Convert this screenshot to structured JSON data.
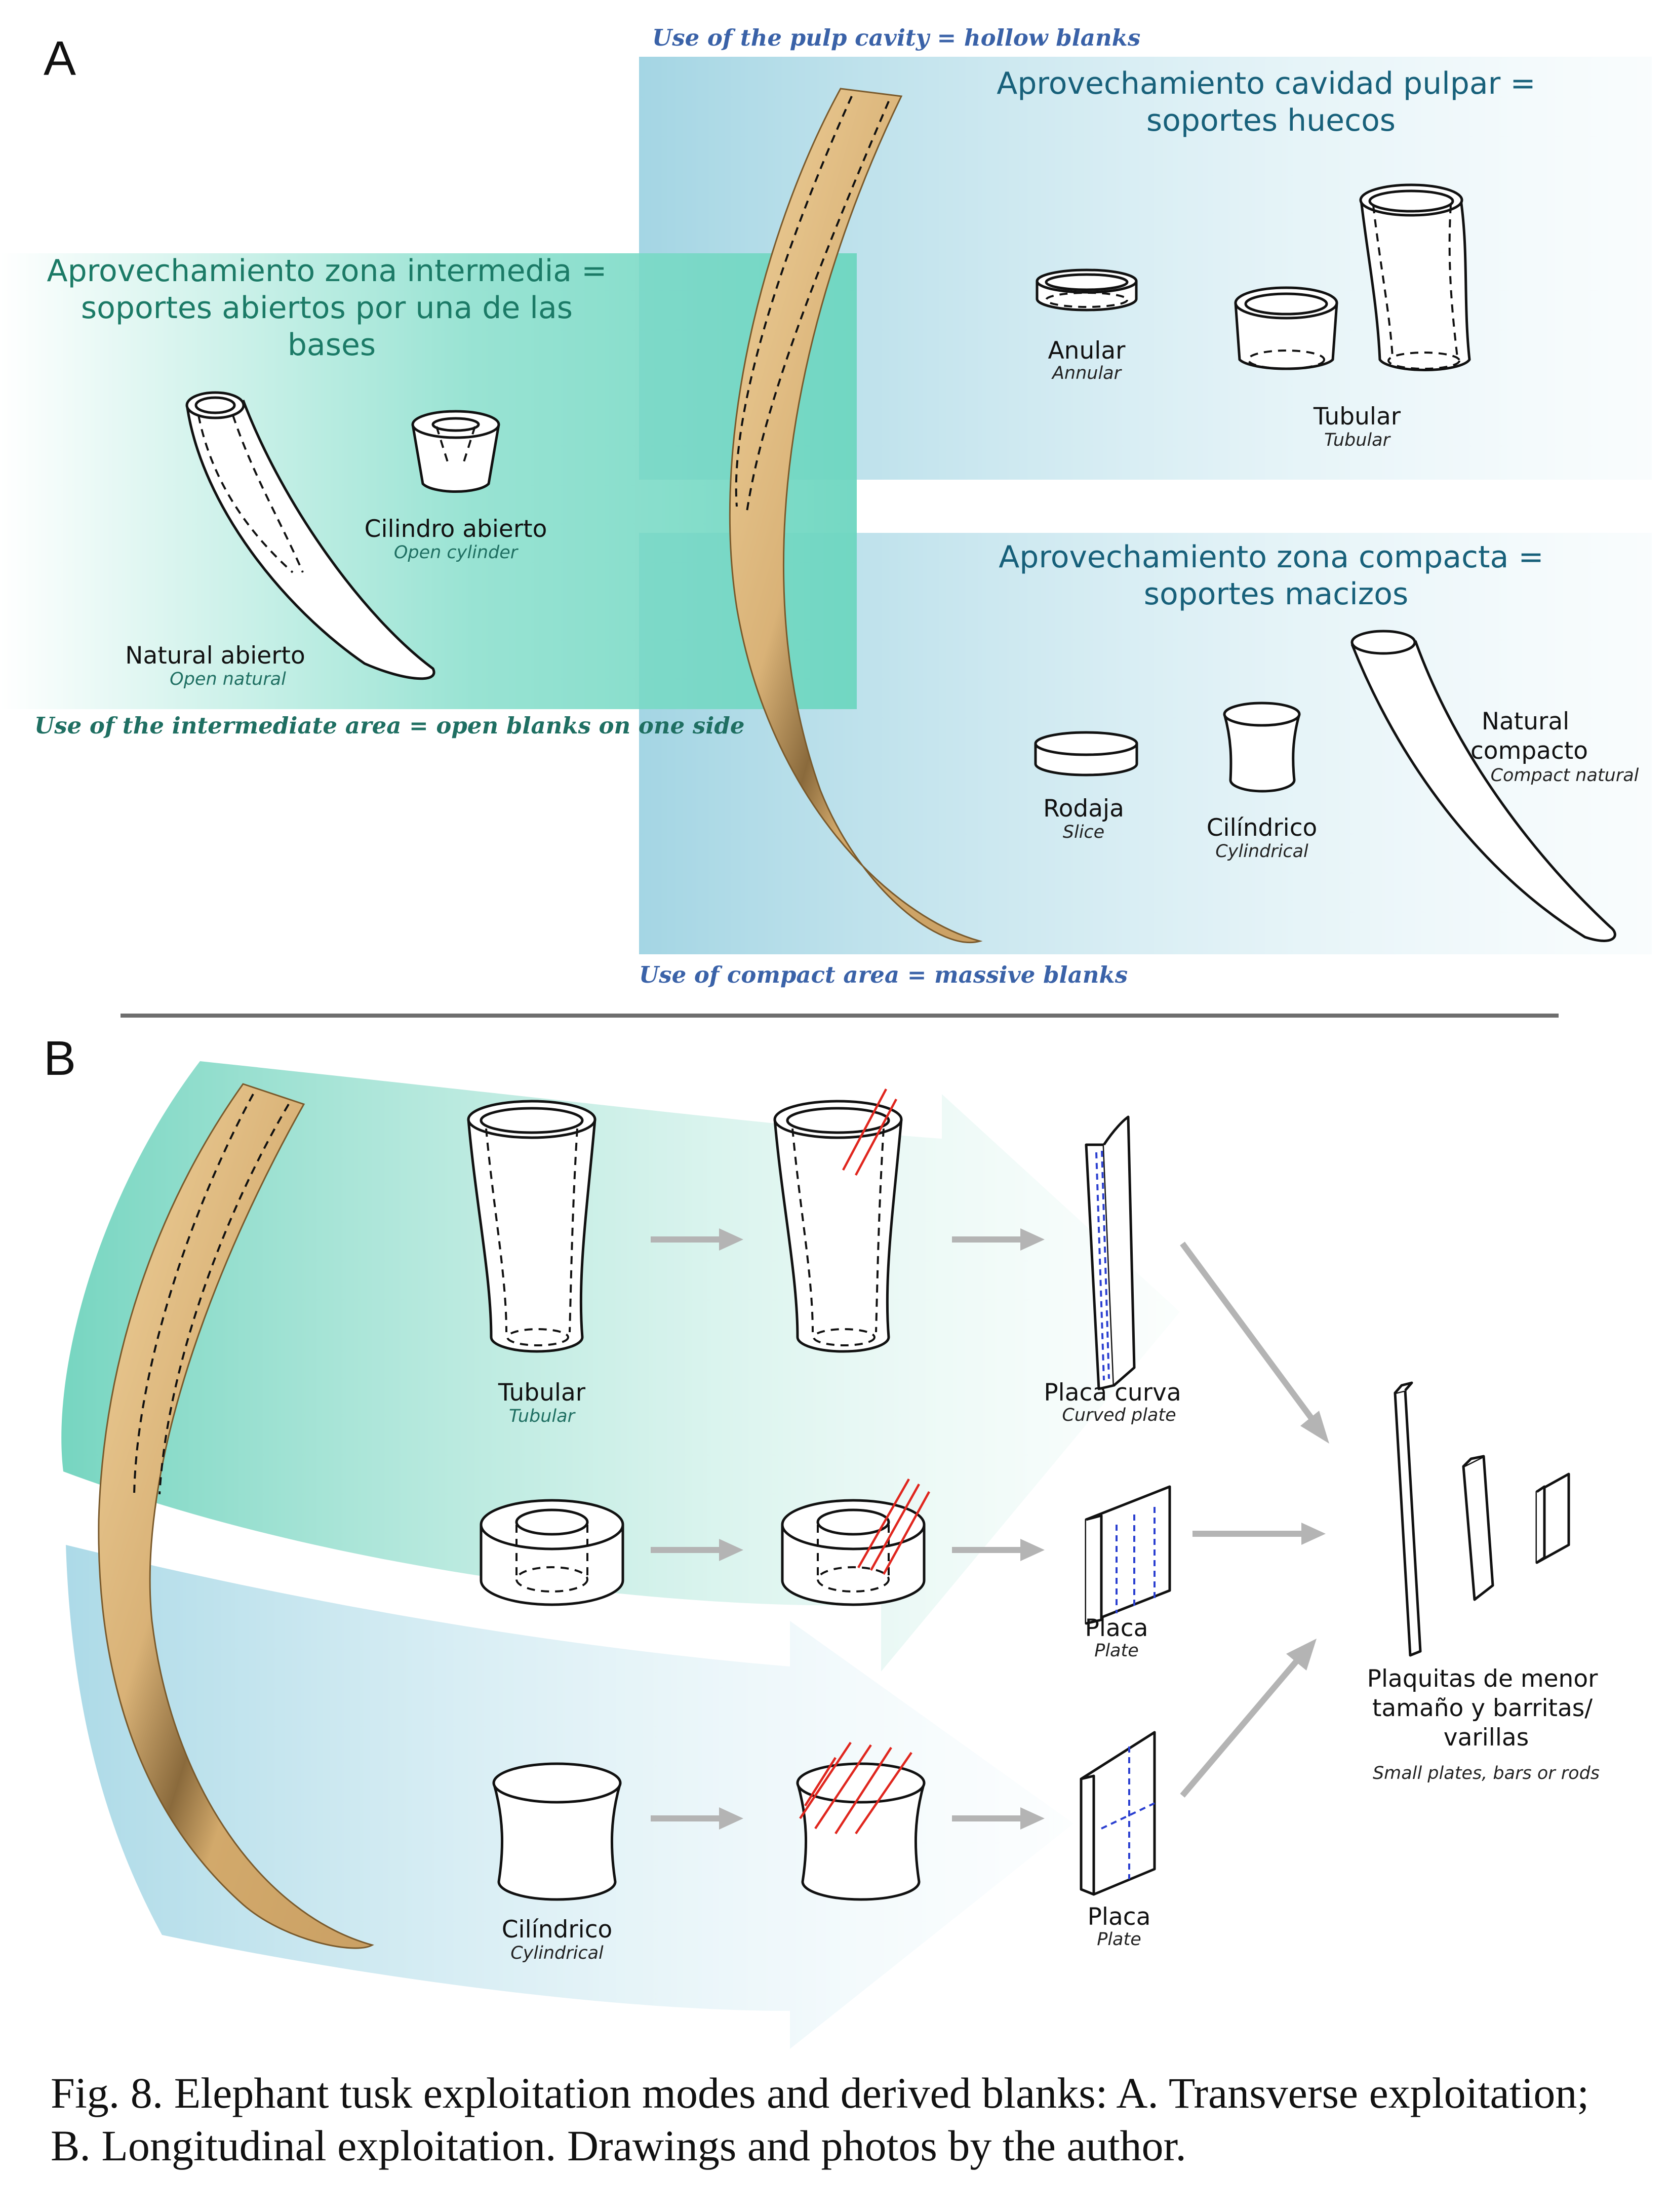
{
  "panel_a": {
    "letter": "A",
    "en_top": "Use of the pulp cavity = hollow blanks",
    "en_left": "Use of the intermediate area = open blanks on one side",
    "en_bottom": "Use of compact area = massive blanks",
    "pulp_zone_title": [
      "Aprovechamiento cavidad pulpar =",
      "soportes huecos"
    ],
    "intermediate_zone_title": [
      "Aprovechamiento zona intermedia =",
      "soportes abiertos por una de las",
      "bases"
    ],
    "compact_zone_title": [
      "Aprovechamiento zona compacta =",
      "soportes macizos"
    ],
    "items": {
      "anular": {
        "es": "Anular",
        "en": "Annular"
      },
      "tubular": {
        "es": "Tubular",
        "en": "Tubular"
      },
      "cilindro_abierto": {
        "es": "Cilindro abierto",
        "en": "Open cylinder"
      },
      "natural_abierto": {
        "es": "Natural abierto",
        "en": "Open natural"
      },
      "rodaja": {
        "es": "Rodaja",
        "en": "Slice"
      },
      "cilindrico": {
        "es": "Cilíndrico",
        "en": "Cylindrical"
      },
      "natural_compacto": {
        "es": [
          "Natural",
          "compacto"
        ],
        "en": "Compact natural"
      }
    }
  },
  "panel_b": {
    "letter": "B",
    "items": {
      "tubular": {
        "es": "Tubular",
        "en": "Tubular"
      },
      "placa_curva": {
        "es": "Placa curva",
        "en": "Curved plate"
      },
      "placa_1": {
        "es": "Placa",
        "en": "Plate"
      },
      "placa_2": {
        "es": "Placa",
        "en": "Plate"
      },
      "cilindrico": {
        "es": "Cilíndrico",
        "en": "Cylindrical"
      },
      "plaquitas": {
        "es": [
          "Plaquitas de menor",
          "tamaño y barritas/",
          "varillas"
        ],
        "en": "Small plates, bars or rods"
      }
    }
  },
  "caption": {
    "line1": "Fig. 8. Elephant tusk exploitation modes and derived blanks: A. Transverse exploitation;",
    "line2": "B. Longitudinal exploitation. Drawings and photos by the author."
  },
  "colors": {
    "teal_zone": "#7fdcc8",
    "blue_zone": "#a9d9e5",
    "ivory": "#d9b277",
    "divider": "#6e6e6e",
    "arrow_grey": "#b4b4b4",
    "cut_red": "#e0261e",
    "guide_blue": "#2a3fd0"
  }
}
